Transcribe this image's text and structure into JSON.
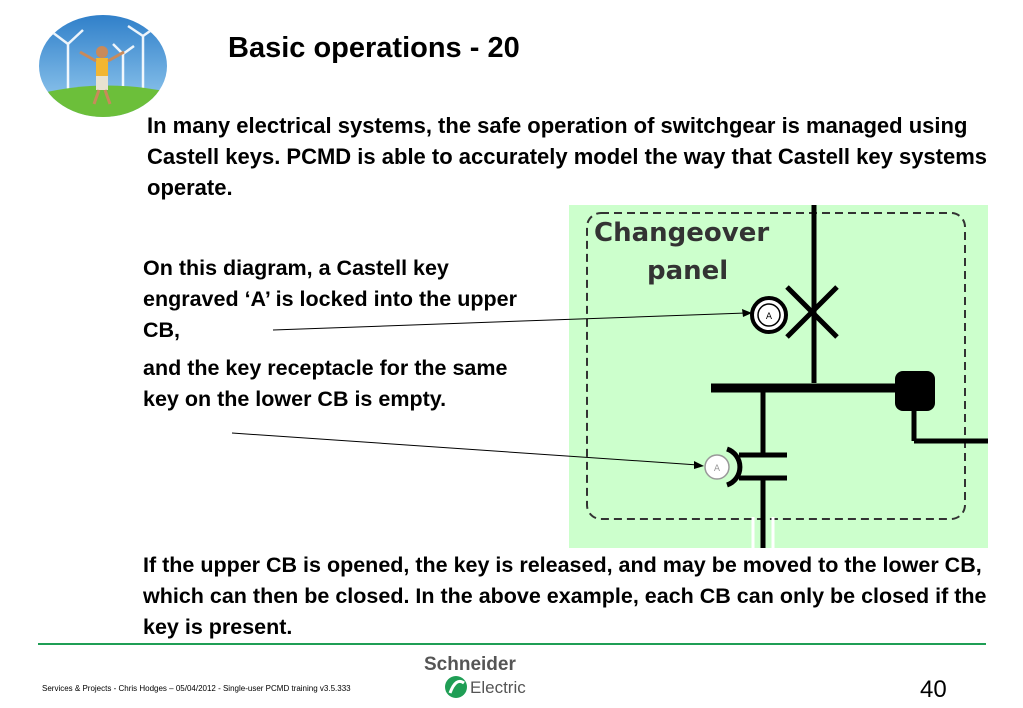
{
  "title": "Basic operations - 20",
  "intro": "In many electrical systems, the safe operation of switchgear is managed using Castell keys.  PCMD is able to accurately model the way that Castell key systems operate.",
  "para_upper": "On this diagram, a Castell key engraved ‘A’ is locked into the upper CB,",
  "para_lower": "and the key receptacle for the same key on the lower CB is empty.",
  "para_bottom": "If the upper CB is opened, the key is released, and may be moved to the lower CB, which can then be closed.  In the above example, each CB can only be closed if the key is present.",
  "diagram": {
    "panel_label_line1": "Changeover",
    "panel_label_line2": "panel",
    "key_upper": "A",
    "key_lower": "A",
    "background": "#ccffcc"
  },
  "footer": "Services & Projects - Chris Hodges – 05/04/2012 - Single-user PCMD training v3.5.333",
  "brand": {
    "line1": "Schneider",
    "line2": "Electric",
    "color": "#1f9e55"
  },
  "page_number": "40"
}
